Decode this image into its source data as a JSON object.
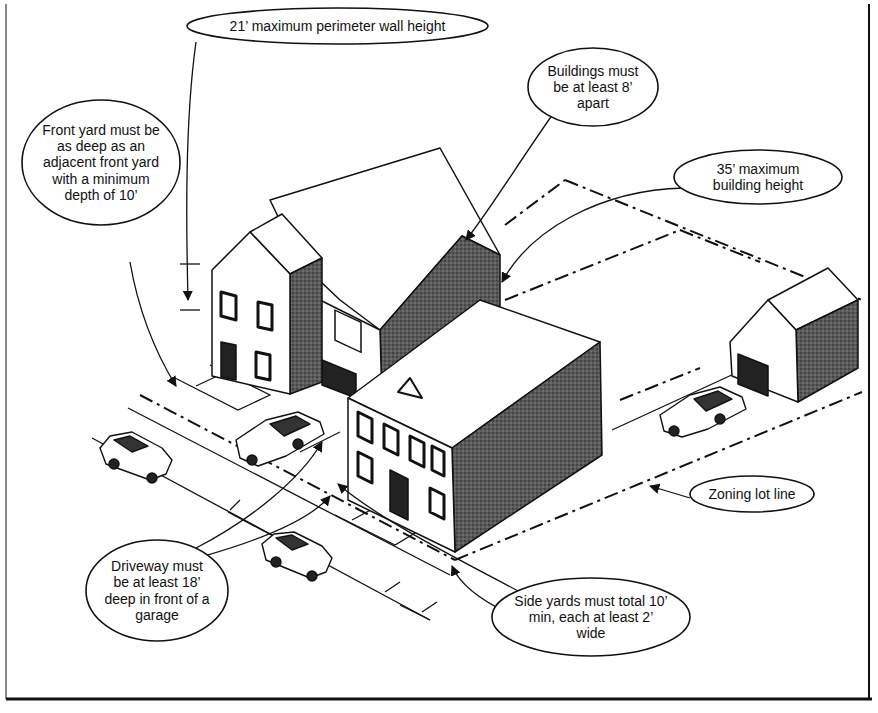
{
  "diagram": {
    "nodes": [
      {
        "text": [
          "21’ maximum perimeter wall height"
        ]
      },
      {
        "text": [
          "Buildings must be at least 8’ apart"
        ]
      },
      {
        "text": [
          "Front yard must be as deep as an adjacent front yard with a minimum depth of 10’"
        ]
      },
      {
        "text": [
          "35’ maximum building height"
        ]
      },
      {
        "text": [
          "Zoning lot line"
        ]
      },
      {
        "text": [
          "Driveway must be at least 18’ deep in front of a garage"
        ]
      },
      {
        "text": [
          "Side yards must total 10’ min, each at least 2’ wide"
        ]
      }
    ]
  }
}
